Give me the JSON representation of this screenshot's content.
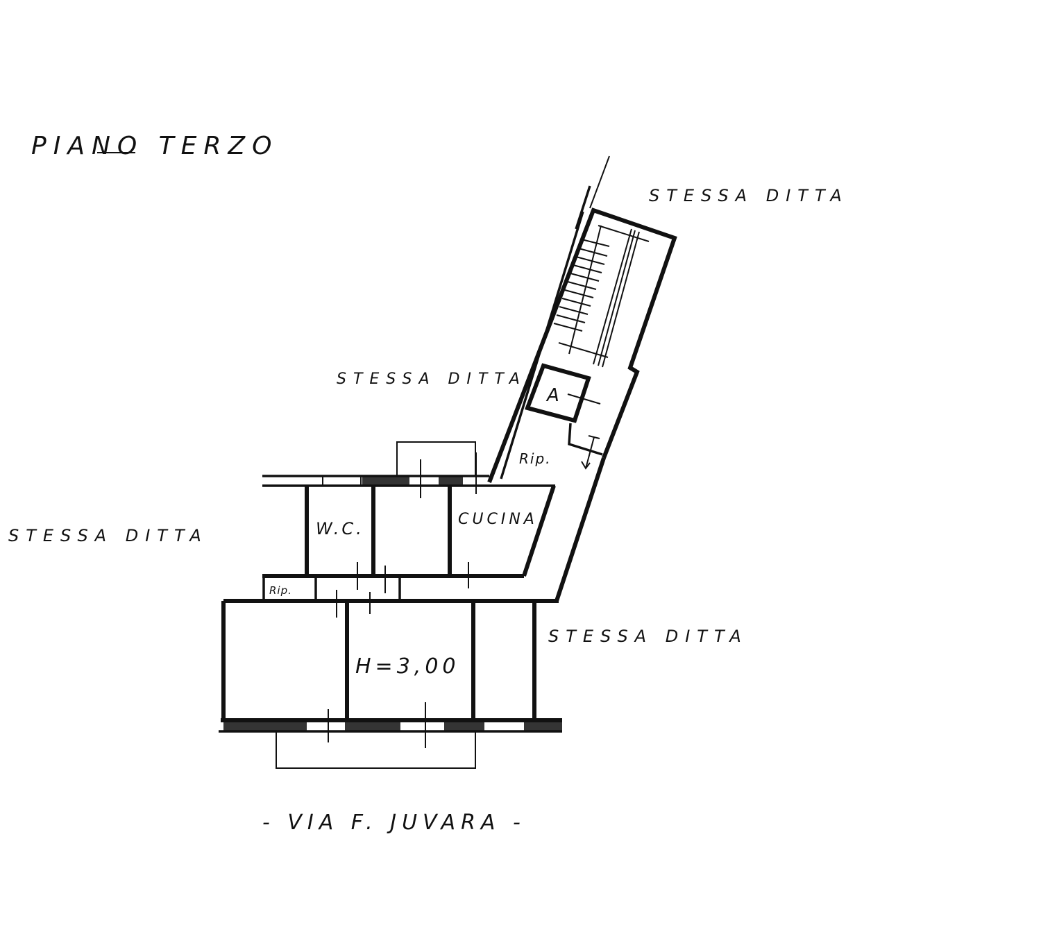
{
  "title": "PIANO TERZO",
  "neighbors": {
    "top_right": "STESSA DITTA",
    "middle": "STESSA DITTA",
    "left": "STESSA DITTA",
    "bottom_right": "STESSA DITTA"
  },
  "rooms": {
    "wc": "W.C.",
    "kitchen": "CUCINA",
    "storage_upper": "Rip.",
    "storage_lower": "Rip.",
    "elevator": "A"
  },
  "ceiling_height": "H=3,00",
  "street": "- VIA F. JUVARA -",
  "colors": {
    "ink": "#111111",
    "paper": "#ffffff"
  }
}
